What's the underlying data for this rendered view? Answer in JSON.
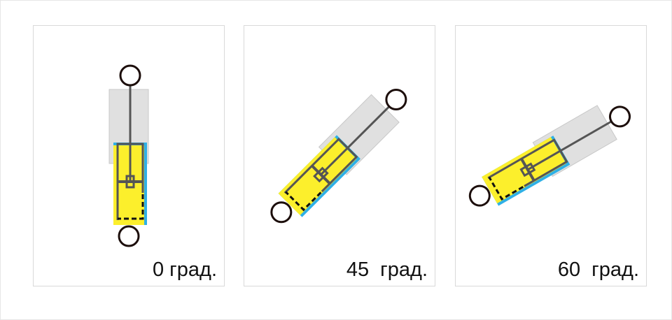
{
  "panels": [
    {
      "angle_deg": 0,
      "caption": "0 град."
    },
    {
      "angle_deg": 45,
      "caption": "45  град."
    },
    {
      "angle_deg": 60,
      "caption": "60  град."
    }
  ],
  "colors": {
    "outer_tube": "#e0e0e0",
    "outer_tube_edge": "#c8c8c8",
    "oil": "#fcef2c",
    "gas_layer": "#2fb0e6",
    "rod": "#555555",
    "eye": "#1c0e0b",
    "dash": "#111111"
  }
}
